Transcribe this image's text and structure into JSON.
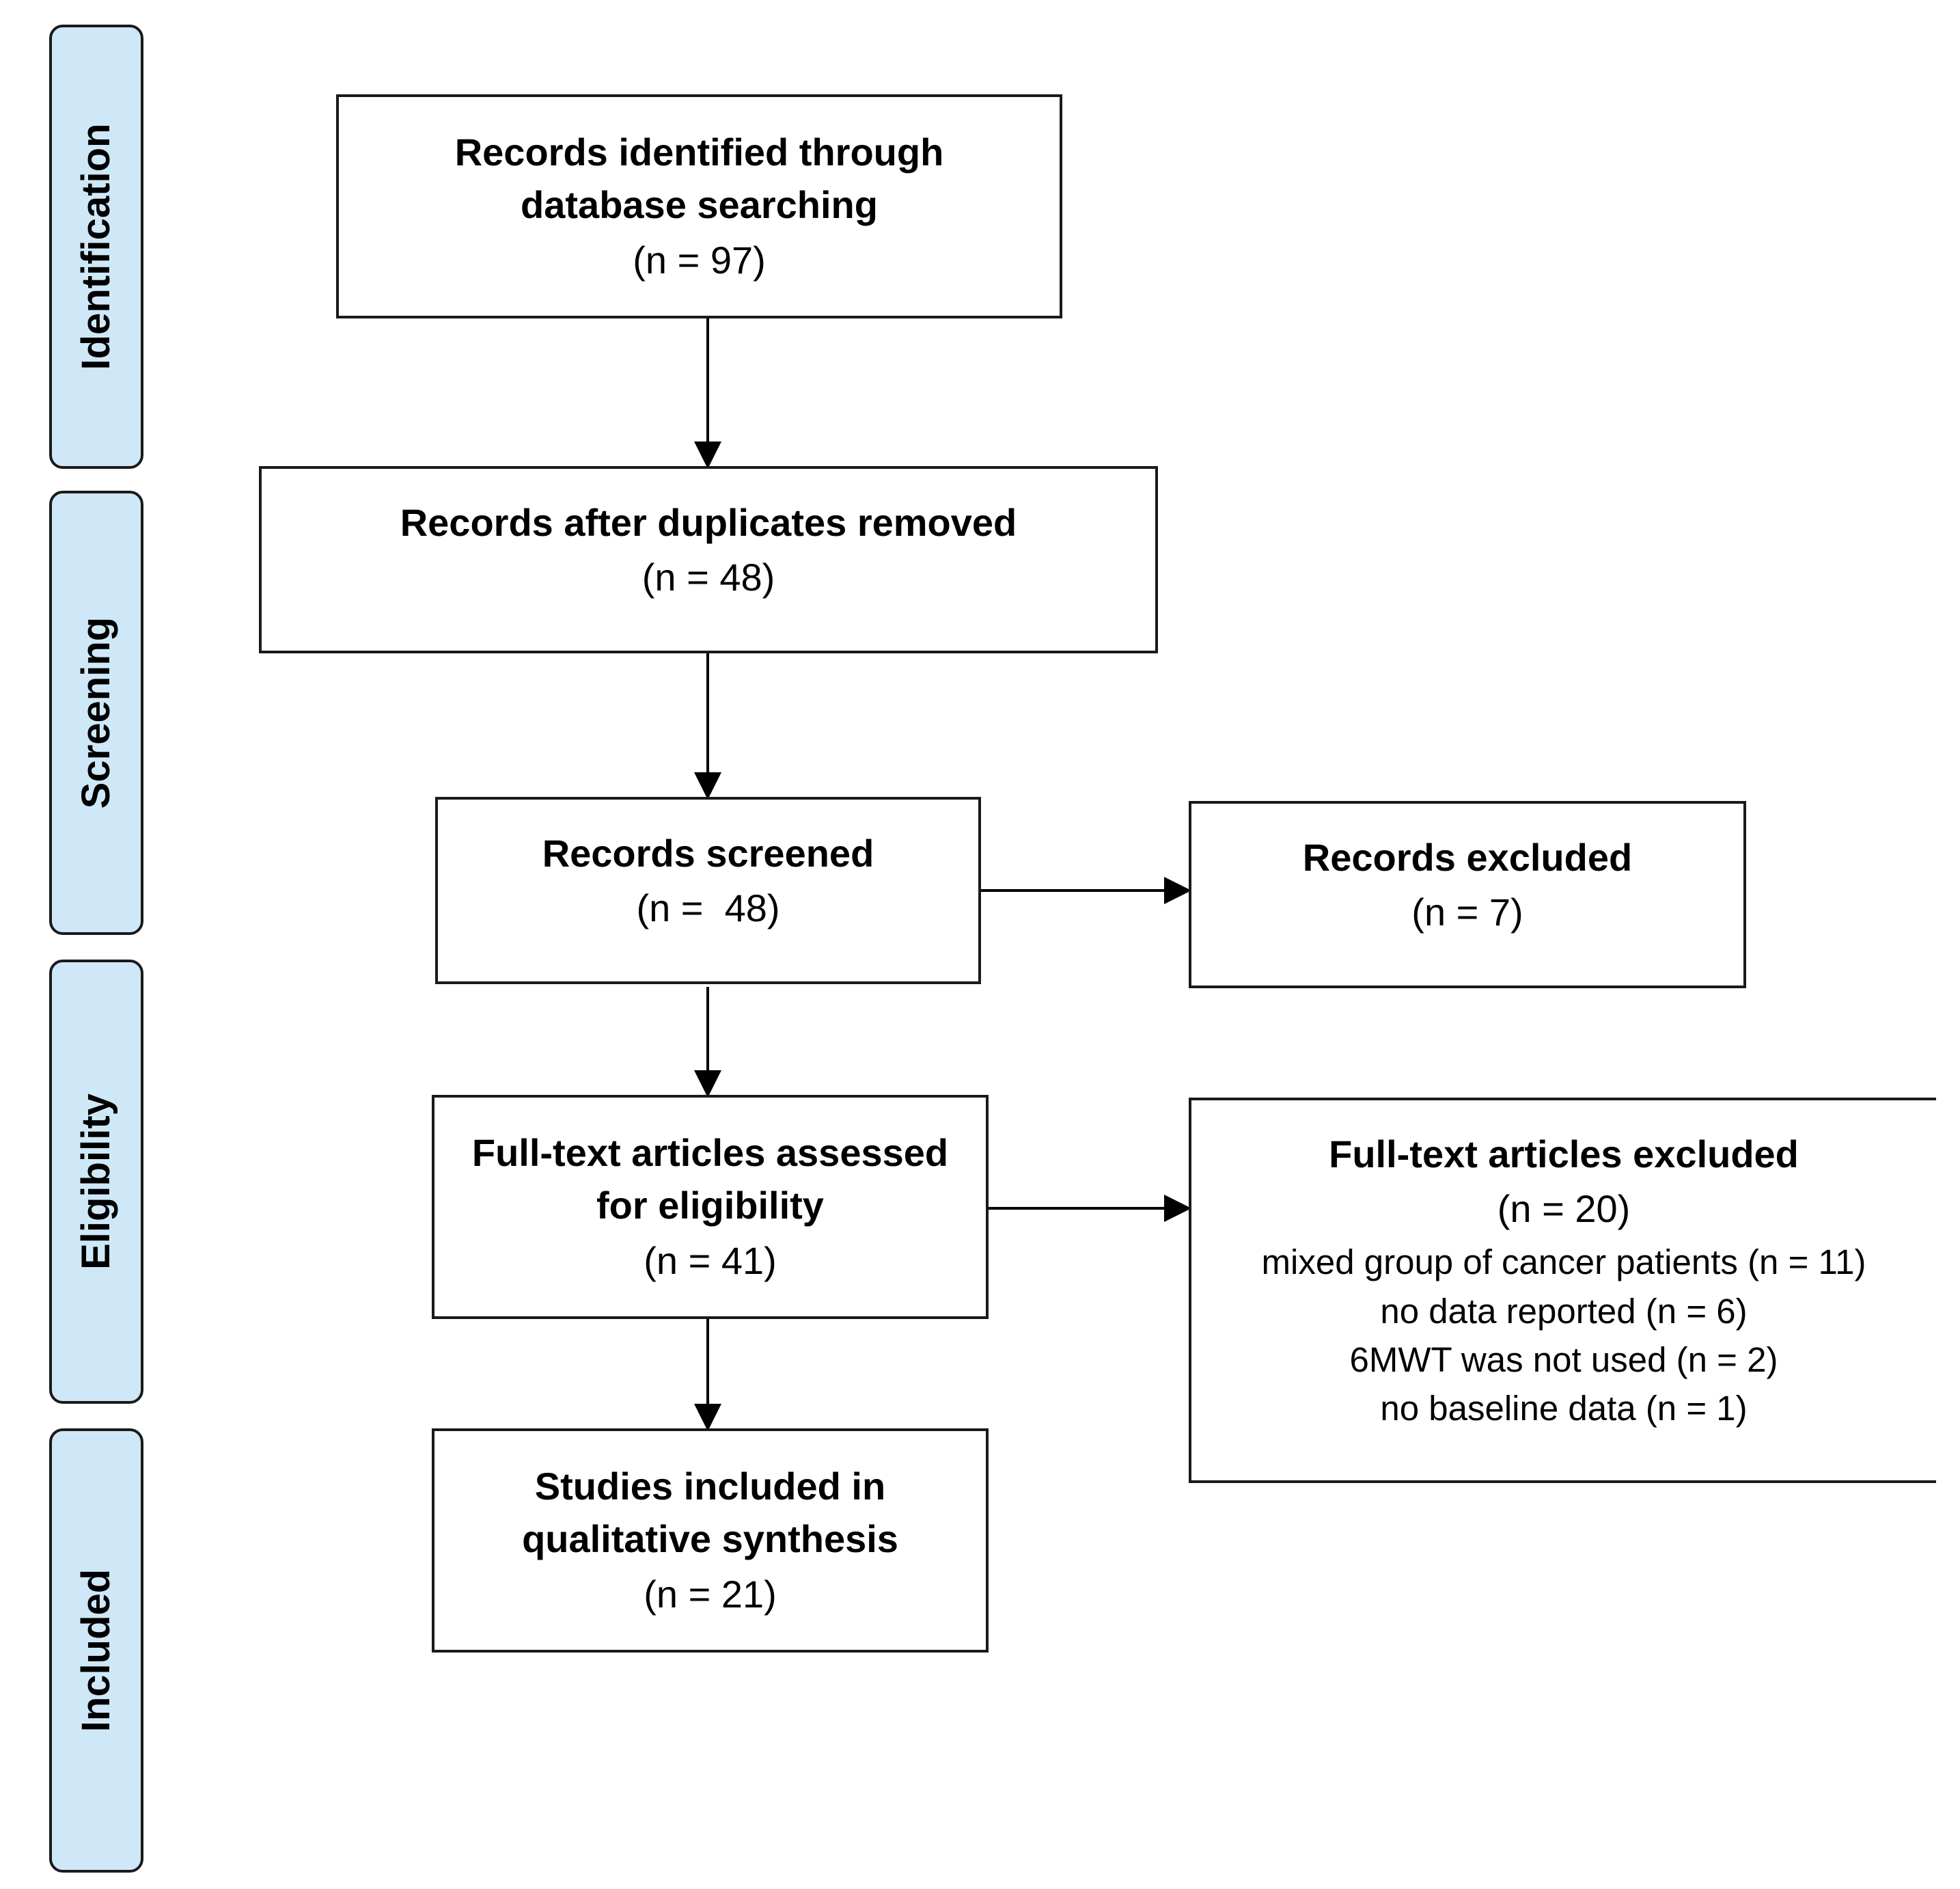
{
  "phases": {
    "identification": "Identification",
    "screening": "Screening",
    "eligibility": "Eligibility",
    "included": "Included"
  },
  "boxes": {
    "identified": {
      "title_line1": "Records identified through",
      "title_line2": "database searching",
      "count": "(n = 97)"
    },
    "after_duplicates": {
      "title": "Records after duplicates removed",
      "count": "(n = 48)"
    },
    "screened": {
      "title": "Records screened",
      "count": "(n =  48)"
    },
    "excluded": {
      "title": "Records excluded",
      "count": "(n = 7)"
    },
    "fulltext_assessed": {
      "title_line1": "Full-text articles assessed",
      "title_line2": "for eligibility",
      "count": "(n = 41)"
    },
    "fulltext_excluded": {
      "title": "Full-text articles excluded",
      "count": "(n = 20)",
      "reasons": [
        "mixed group of cancer patients (n = 11)",
        "no data reported (n = 6)",
        "6MWT was not used (n = 2)",
        "no baseline data (n = 1)"
      ]
    },
    "included": {
      "title_line1": "Studies included in",
      "title_line2": "qualitative synthesis",
      "count": "(n = 21)"
    }
  }
}
